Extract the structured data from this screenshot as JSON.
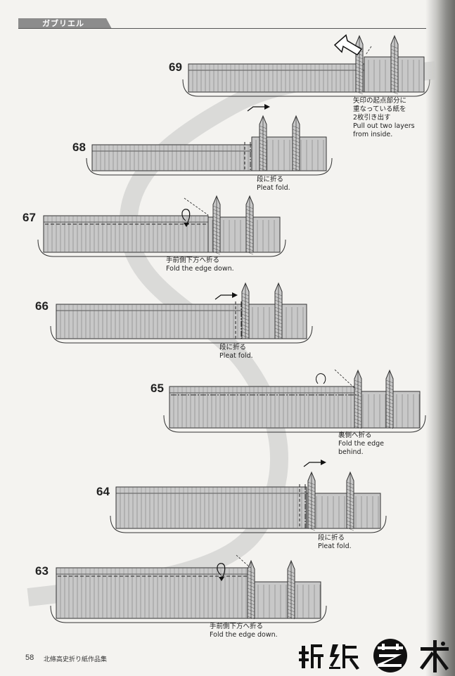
{
  "header": {
    "title": "ガブリエル"
  },
  "steps": [
    {
      "number": "69",
      "caption_lines": [
        "矢印の起点部分に",
        "重なっている紙を",
        "2枚引き出す",
        "Pull out two layers",
        "from inside."
      ]
    },
    {
      "number": "68",
      "caption_lines": [
        "段に折る",
        "Pleat fold."
      ]
    },
    {
      "number": "67",
      "caption_lines": [
        "手前側下方へ折る",
        "Fold the edge down."
      ]
    },
    {
      "number": "66",
      "caption_lines": [
        "段に折る",
        "Pleat fold."
      ]
    },
    {
      "number": "65",
      "caption_lines": [
        "裏側へ折る",
        "Fold the edge",
        "behind."
      ]
    },
    {
      "number": "64",
      "caption_lines": [
        "段に折る",
        "Pleat fold."
      ]
    },
    {
      "number": "63",
      "caption_lines": [
        "手前側下方へ折る",
        "Fold the edge down."
      ]
    }
  ],
  "footer": {
    "page_number": "58",
    "book_title": "北條高史折り紙作品集"
  },
  "watermark": {
    "text": "折纸艺术"
  },
  "colors": {
    "paper": "#c8c8c8",
    "line": "#333333",
    "ribbon": "#d9d9d7",
    "header_tab": "#8c8c8c"
  }
}
